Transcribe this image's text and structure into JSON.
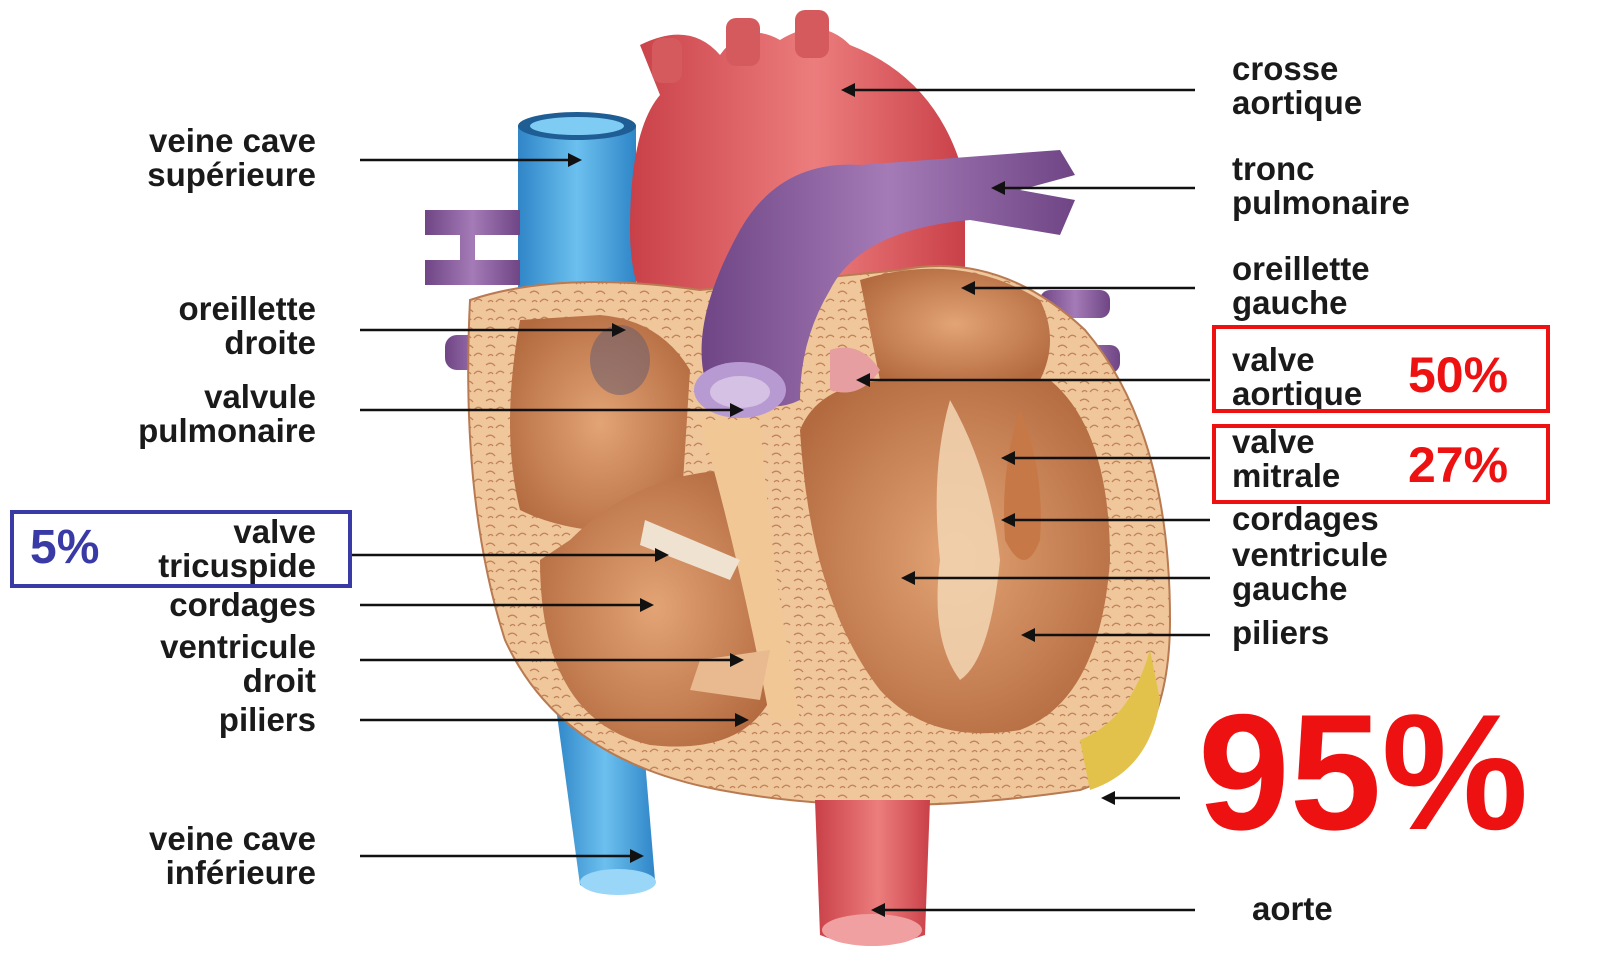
{
  "labels_left": {
    "veine_cave_sup": [
      "veine cave",
      "supérieure"
    ],
    "oreillette_droite": [
      "oreillette",
      "droite"
    ],
    "valvule_pulmonaire": [
      "valvule",
      "pulmonaire"
    ],
    "valve_tricuspide": [
      "valve",
      "tricuspide"
    ],
    "cordages": [
      "cordages"
    ],
    "ventricule_droit": [
      "ventricule",
      "droit"
    ],
    "piliers": [
      "piliers"
    ],
    "veine_cave_inf": [
      "veine cave",
      "inférieure"
    ]
  },
  "labels_right": {
    "crosse_aortique": [
      "crosse",
      "aortique"
    ],
    "tronc_pulmonaire": [
      "tronc",
      "pulmonaire"
    ],
    "oreillette_gauche": [
      "oreillette",
      "gauche"
    ],
    "valve_aortique": [
      "valve",
      "aortique"
    ],
    "valve_mitrale": [
      "valve",
      "mitrale"
    ],
    "cordages": [
      "cordages"
    ],
    "ventricule_gauche": [
      "ventricule",
      "gauche"
    ],
    "piliers": [
      "piliers"
    ],
    "aorte": [
      "aorte"
    ]
  },
  "percentages": {
    "tricuspide": "5%",
    "aortique": "50%",
    "mitrale": "27%",
    "total": "95%"
  },
  "colors": {
    "highlight_red": "#ee1111",
    "highlight_blue": "#3a3aa6",
    "vena_cava_blue": "#4aa3dc",
    "artery_red": "#d9565a",
    "pulmonary_purple": "#8a5c9c",
    "myocardium": "#e8b98a",
    "chamber": "#c98456"
  }
}
